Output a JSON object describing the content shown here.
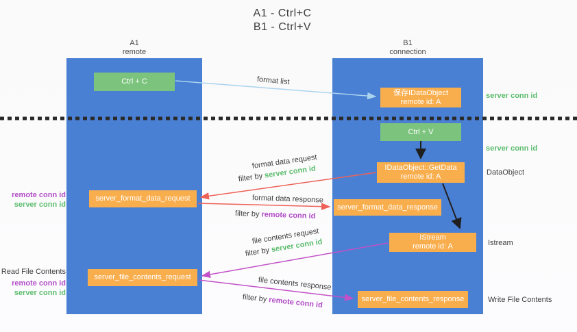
{
  "title": {
    "line1": "A1 - Ctrl+C",
    "line2": "B1 - Ctrl+V"
  },
  "columns": {
    "left": {
      "name": "A1",
      "role": "remote"
    },
    "right": {
      "name": "B1",
      "role": "connection"
    }
  },
  "nodes": {
    "ctrl_c": {
      "label": "Ctrl + C"
    },
    "ctrl_v": {
      "label": "Ctrl + V"
    },
    "save_dataobject": {
      "line1": "保存IDataObject",
      "line2": "remote id: A"
    },
    "getdata": {
      "line1": "IDataObject::GetData",
      "line2": "remote id: A"
    },
    "istream_node": {
      "line1": "IStream",
      "line2": "remote id: A"
    },
    "format_request": {
      "label": "server_format_data_request"
    },
    "format_response": {
      "label": "server_format_data_response"
    },
    "file_request": {
      "label": "server_file_contents_request"
    },
    "file_response": {
      "label": "server_file_contents_response"
    }
  },
  "labels": {
    "format_list": "format list",
    "format_data_request": "format data request",
    "format_data_response": "format data response",
    "file_contents_request": "file contents request",
    "file_contents_response": "file contents response",
    "filter_by": "filter by ",
    "server_conn_id": "server conn id",
    "remote_conn_id": "remote conn id",
    "dataobject": "DataObject",
    "istream": "Istream",
    "read_file_contents": "Read File Contents",
    "write_file_contents": "Write File Contents"
  },
  "colors": {
    "column_blue": "#4a80d4",
    "node_green": "#7cc47d",
    "node_orange": "#f9ae4e",
    "text_green": "#5cbd6d",
    "text_purple": "#b14cc6",
    "arrow_red": "#ee6156",
    "arrow_magenta": "#c250c6",
    "arrow_lightblue": "#aad3ee",
    "arrow_black": "#1f1f1f"
  }
}
